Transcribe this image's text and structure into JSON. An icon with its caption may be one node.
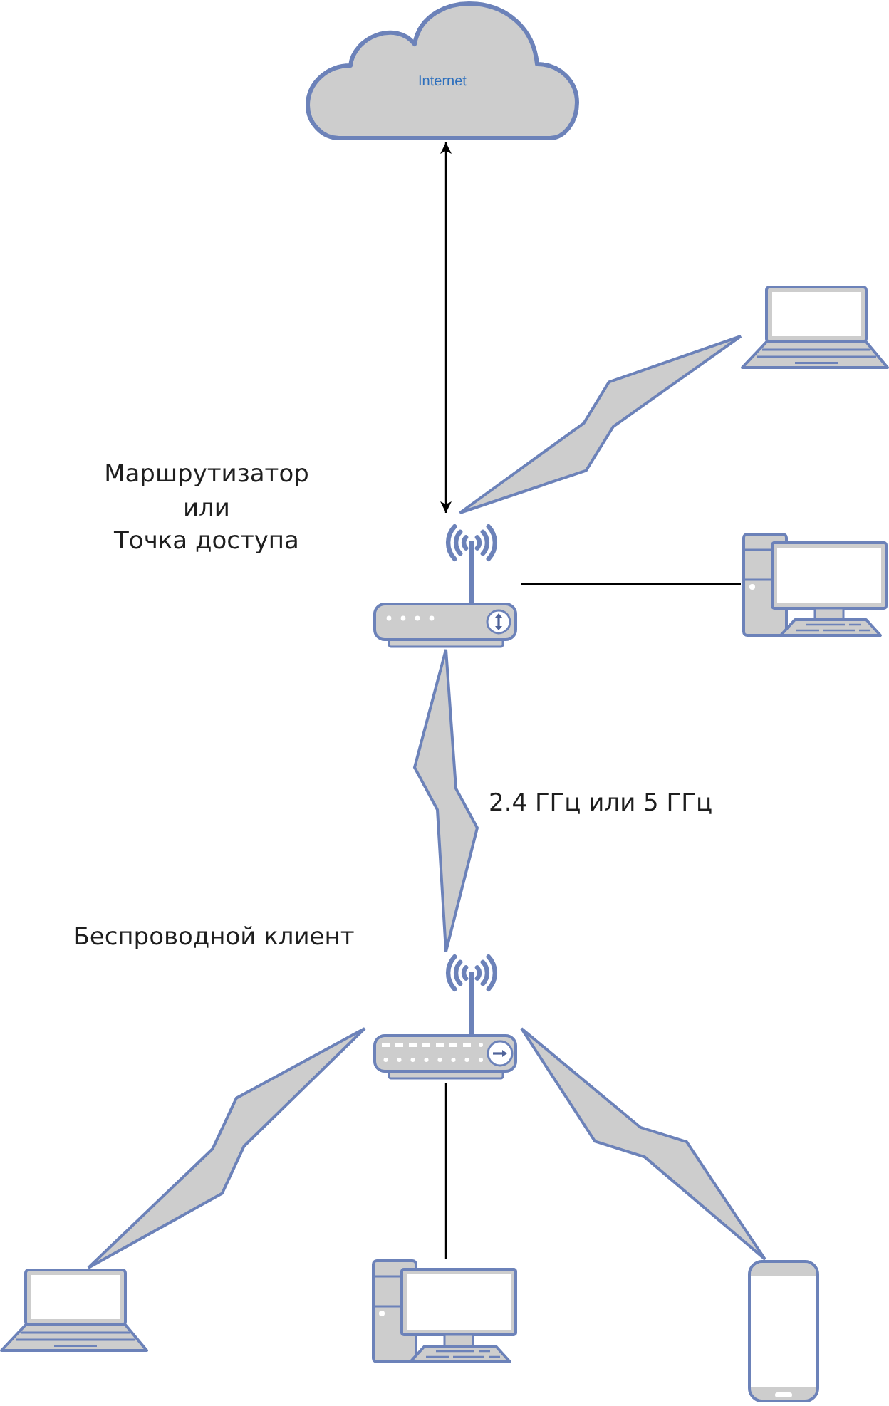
{
  "diagram": {
    "nodes": [
      {
        "text": [
          "Internet"
        ]
      },
      {
        "text": [],
        "shape": "picture"
      },
      {
        "text": [],
        "shape": "picture",
        "beside": [
          "Маршрутизатор или Точка доступа"
        ]
      },
      {
        "text": [],
        "shape": "picture"
      },
      {
        "text": [],
        "shape": "picture",
        "beside": [
          "Беспроводной клиент"
        ]
      },
      {
        "text": [],
        "shape": "picture"
      },
      {
        "text": [],
        "shape": "picture"
      },
      {
        "text": [],
        "shape": "picture"
      }
    ],
    "edges": [
      {
        "from": 2,
        "to": 0,
        "arrow": "both"
      },
      {
        "from": 2,
        "to": 1,
        "arrow": "none",
        "style": "thick",
        "color": "#6c82b9"
      },
      {
        "from": 2,
        "to": 3,
        "arrow": "none"
      },
      {
        "from": 2,
        "to": 4,
        "arrow": "none",
        "label": "2.4 ГГц или 5 ГГц",
        "style": "thick",
        "color": "#6c82b9"
      },
      {
        "from": 4,
        "to": 5,
        "arrow": "none",
        "style": "thick",
        "color": "#6c82b9"
      },
      {
        "from": 4,
        "to": 6,
        "arrow": "none"
      },
      {
        "from": 4,
        "to": 7,
        "arrow": "none",
        "style": "thick",
        "color": "#6c82b9"
      }
    ]
  }
}
